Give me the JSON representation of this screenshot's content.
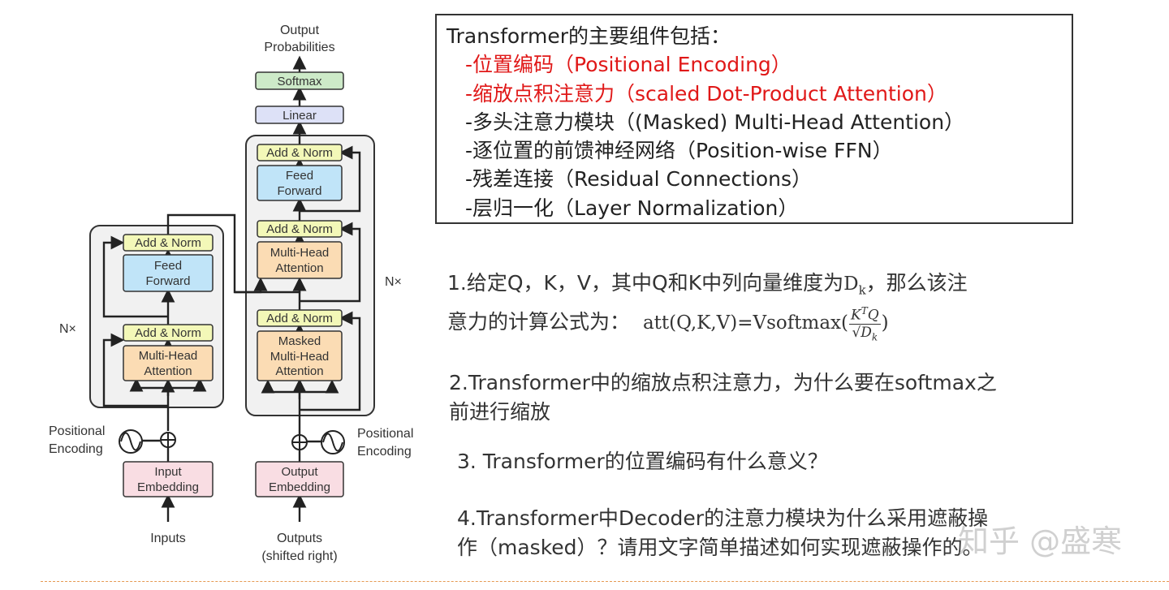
{
  "diagram": {
    "output_probabilities": [
      "Output",
      "Probabilities"
    ],
    "softmax": "Softmax",
    "linear": "Linear",
    "add_norm": "Add & Norm",
    "feed_forward": [
      "Feed",
      "Forward"
    ],
    "multi_head_attention": [
      "Multi-Head",
      "Attention"
    ],
    "masked_multi_head_attention": [
      "Masked",
      "Multi-Head",
      "Attention"
    ],
    "input_embedding": [
      "Input",
      "Embedding"
    ],
    "output_embedding": [
      "Output",
      "Embedding"
    ],
    "positional_encoding": [
      "Positional",
      "Encoding"
    ],
    "nx": "N×",
    "inputs": "Inputs",
    "outputs": [
      "Outputs",
      "(shifted right)"
    ],
    "colors": {
      "softmax": "#cdeac8",
      "linear": "#dde1f7",
      "add_norm": "#f3f8b8",
      "feed_forward": "#c0e4f8",
      "attention": "#fbdcb4",
      "embedding": "#f9dde3",
      "stack_bg": "#f1f1f1"
    }
  },
  "summary": {
    "title": "Transformer的主要组件包括：",
    "items": [
      {
        "text": "-位置编码（Positional Encoding）",
        "color": "red"
      },
      {
        "text": "-缩放点积注意力（scaled Dot-Product Attention）",
        "color": "red"
      },
      {
        "text": "-多头注意力模块（(Masked) Multi-Head Attention）",
        "color": "black"
      },
      {
        "text": "-逐位置的前馈神经网络（Position-wise FFN）",
        "color": "black"
      },
      {
        "text": "-残差连接（Residual Connections）",
        "color": "black"
      },
      {
        "text": "-层归一化（Layer Normalization）",
        "color": "black"
      }
    ]
  },
  "questions": {
    "q1_line1_prefix": "1.给定Q，K，V，其中Q和K中列向量维度为",
    "q1_dk": "D",
    "q1_dk_sub": "k",
    "q1_line1_suffix": "，那么该注",
    "q1_line2_prefix": "意力的计算公式为：",
    "q1_formula_lhs": "att(Q,K,V)=Vsoftmax(",
    "q1_frac_num": "K",
    "q1_frac_num_sup": "T",
    "q1_frac_num_tail": "Q",
    "q1_frac_den": "√D",
    "q1_frac_den_sub": "k",
    "q1_formula_rhs": ")",
    "q2_line1": "2.Transformer中的缩放点积注意力，为什么要在softmax之",
    "q2_line2": "前进行缩放",
    "q3": "3. Transformer的位置编码有什么意义？",
    "q4_line1": "4.Transformer中Decoder的注意力模块为什么采用遮蔽操",
    "q4_line2": "作（masked）？请用文字简单描述如何实现遮蔽操作的。"
  },
  "watermark": "知乎 @盛寒"
}
